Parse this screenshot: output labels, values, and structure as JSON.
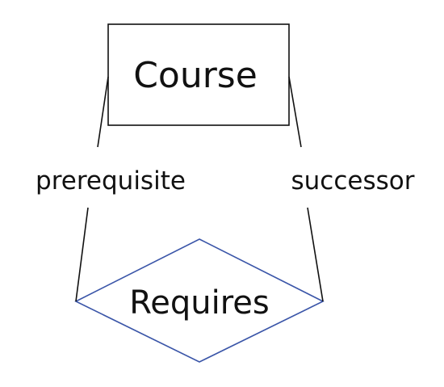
{
  "entity": {
    "name": "Course",
    "border_color": "#111111"
  },
  "relationship": {
    "name": "Requires",
    "border_color": "#3a55a8"
  },
  "roles": {
    "left": "prerequisite",
    "right": "successor"
  },
  "line_color": "#111111"
}
